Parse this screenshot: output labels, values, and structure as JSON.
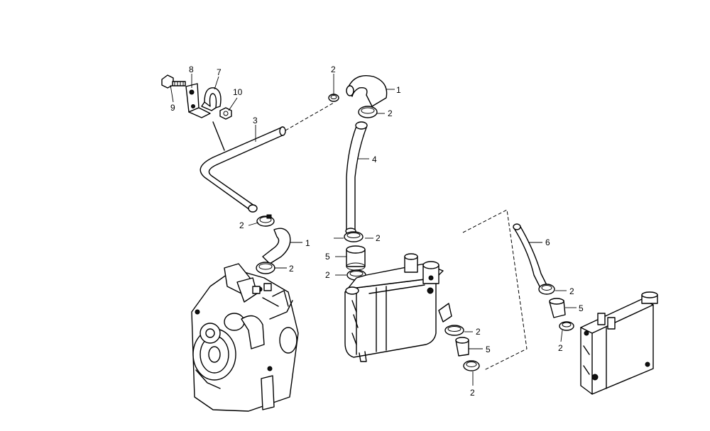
{
  "callouts": {
    "c1a": "1",
    "c1b": "1",
    "c2a": "2",
    "c2b": "2",
    "c2c": "2",
    "c2d": "2",
    "c2e": "2",
    "c2f": "2",
    "c2g": "2",
    "c2h": "2",
    "c2i": "2",
    "c2j": "2",
    "c3": "3",
    "c4": "4",
    "c5a": "5",
    "c5b": "5",
    "c5c": "5",
    "c6": "6",
    "c7": "7",
    "c8": "8",
    "c9": "9",
    "c10": "10"
  }
}
